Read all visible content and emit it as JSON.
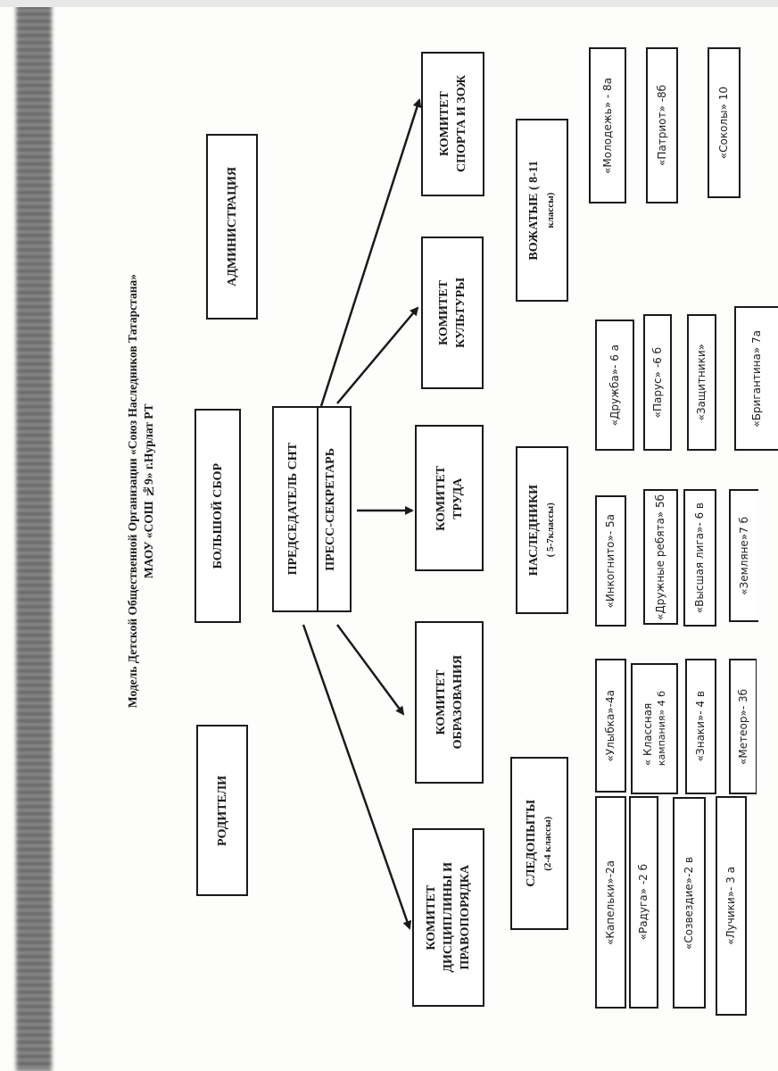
{
  "title": {
    "line1": "Модель Детской Общественной Организации «Союз Наследников Татарстана»",
    "line2": "МАОУ «СОШ №9» г.Нурлат РТ"
  },
  "top": {
    "parents": "РОДИТЕЛИ",
    "big_assembly": "БОЛЬШОЙ СБОР",
    "administration": "АДМИНИСТРАЦИЯ",
    "chairman": "ПРЕДСЕДАТЕЛЬ СНТ",
    "press_secretary": "ПРЕСС-СЕКРЕТАРЬ"
  },
  "committees": {
    "sport": [
      "КОМИТЕТ",
      "СПОРТА И ЗОЖ"
    ],
    "culture": [
      "КОМИТЕТ",
      "КУЛЬТУРЫ"
    ],
    "labor": [
      "КОМИТЕТ",
      "ТРУДА"
    ],
    "education": [
      "КОМИТЕТ",
      "ОБРАЗОВАНИЯ"
    ],
    "discipline": [
      "КОМИТЕТ",
      "ДИСЦИПЛИНЫ И",
      "ПРАВОПОРЯДКА"
    ]
  },
  "groups": {
    "leaders": {
      "name": "ВОЖАТЫЕ ( 8-11",
      "sub": "классы)"
    },
    "heirs": {
      "name": "НАСЛЕДНИКИ",
      "sub": "( 5-7классы)"
    },
    "trackers": {
      "name": "СЛЕДОПЫТЫ",
      "sub": "(2-4 классы)"
    }
  },
  "teams": {
    "leaders": [
      "«Молодежь» - 8а",
      "«Патриот» -8б",
      "«Соколы» 10"
    ],
    "heirs_a": [
      "«Дружба»- 6 а",
      "«Парус» -6 б",
      "«Защитники»",
      "«Бригантина» 7а"
    ],
    "heirs_b": [
      "«Инкогнито»- 5а",
      "«Дружные ребята» 5б",
      "«Высшая лига»- 6 в",
      "«Земляне»7 б"
    ],
    "trackers_a": [
      "«Улыбка»-4а",
      "« Классная",
      "кампания» 4 б",
      "«Знаки»- 4 в",
      "«Метеор»- 3б"
    ],
    "trackers_b": [
      "«Капельки»-2а",
      "«Радуга» -2 б",
      "«Созвездие»-2 в",
      "«Лучики»- 3 а"
    ]
  }
}
